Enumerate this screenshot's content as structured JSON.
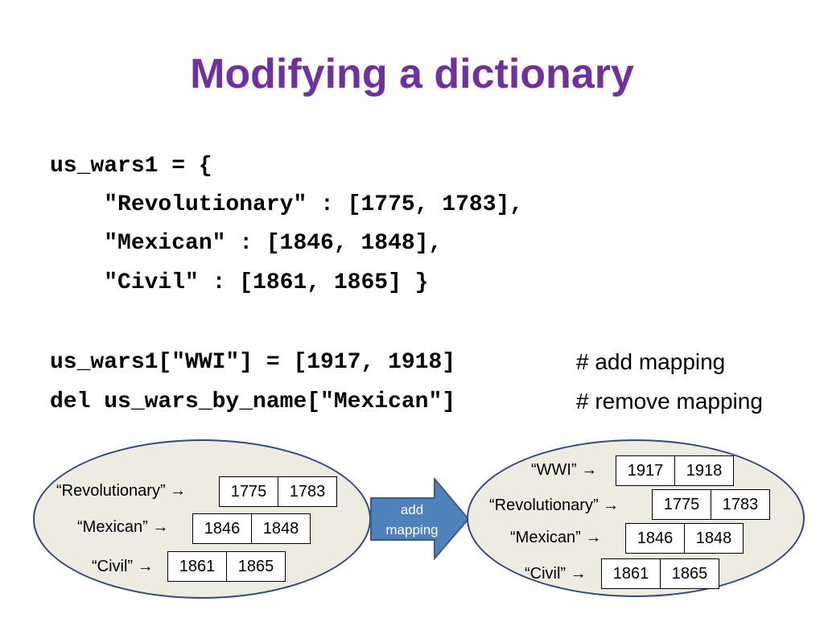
{
  "slide": {
    "title": "Modifying a dictionary",
    "code_lines": [
      "us_wars1 = {",
      "    \"Revolutionary\" : [1775, 1783],",
      "    \"Mexican\" : [1846, 1848],",
      "    \"Civil\" : [1861, 1865] }",
      "us_wars1[\"WWI\"] = [1917, 1918]",
      "del us_wars_by_name[\"Mexican\"]"
    ],
    "comments": [
      "# add mapping",
      "# remove mapping"
    ]
  },
  "before_dict": {
    "entries": [
      {
        "key": "“Revolutionary” →",
        "values": [
          "1775",
          "1783"
        ]
      },
      {
        "key": "“Mexican” →",
        "values": [
          "1846",
          "1848"
        ]
      },
      {
        "key": "“Civil” →",
        "values": [
          "1861",
          "1865"
        ]
      }
    ]
  },
  "transition": {
    "label_line1": "add",
    "label_line2": "mapping",
    "color": "#4f81bd"
  },
  "after_dict": {
    "entries": [
      {
        "key": "“WWI” →",
        "values": [
          "1917",
          "1918"
        ]
      },
      {
        "key": "“Revolutionary” →",
        "values": [
          "1775",
          "1783"
        ]
      },
      {
        "key": "“Mexican” →",
        "values": [
          "1846",
          "1848"
        ]
      },
      {
        "key": "“Civil” →",
        "values": [
          "1861",
          "1865"
        ]
      }
    ]
  },
  "colors": {
    "title": "#7030a0",
    "ellipse_fill": "#eeece1",
    "ellipse_border": "#2f4b7c"
  }
}
